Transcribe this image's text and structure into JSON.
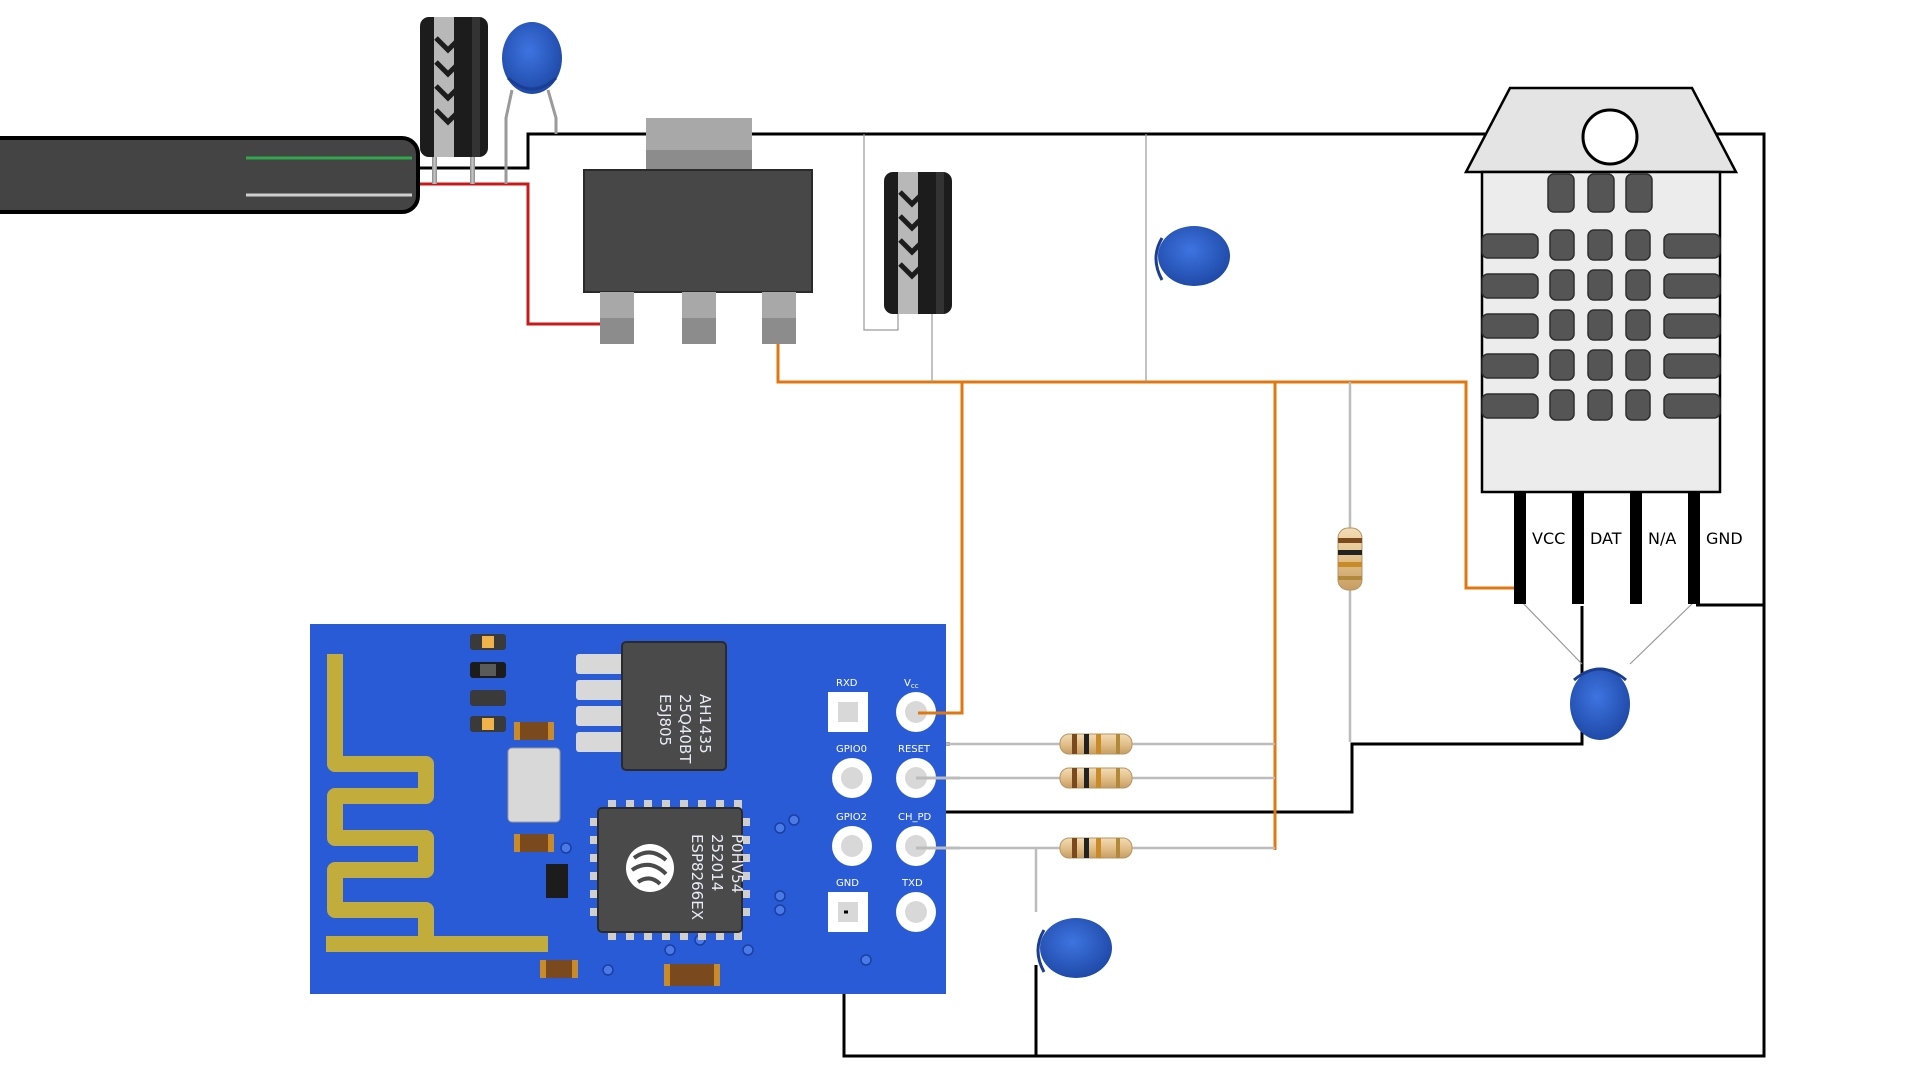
{
  "diagram": {
    "dht_pins": [
      "VCC",
      "DAT",
      "N/A",
      "GND"
    ],
    "esp_pins": {
      "rxd": "RXD",
      "vcc_main": "V",
      "vcc_sub": "cc",
      "gpio0": "GPIO0",
      "reset": "RESET",
      "gpio2": "GPIO2",
      "ch_pd": "CH_PD",
      "gnd": "GND",
      "txd": "TXD"
    },
    "flash_chip": [
      "AH1435",
      "25Q40BT",
      "E5J805"
    ],
    "soc_chip": [
      "ESP8266EX",
      "252014",
      "P0HV54"
    ],
    "colors": {
      "wire_black": "#000000",
      "wire_orange": "#e0770f",
      "wire_red": "#c81a1a",
      "wire_grey": "#bbbbbb",
      "pcb_blue": "#2a5bd6",
      "antenna_gold": "#c2ac3c",
      "ceramic_cap": "#2a5bc2",
      "dht_body": "#ececec",
      "regulator": "#474747"
    }
  }
}
